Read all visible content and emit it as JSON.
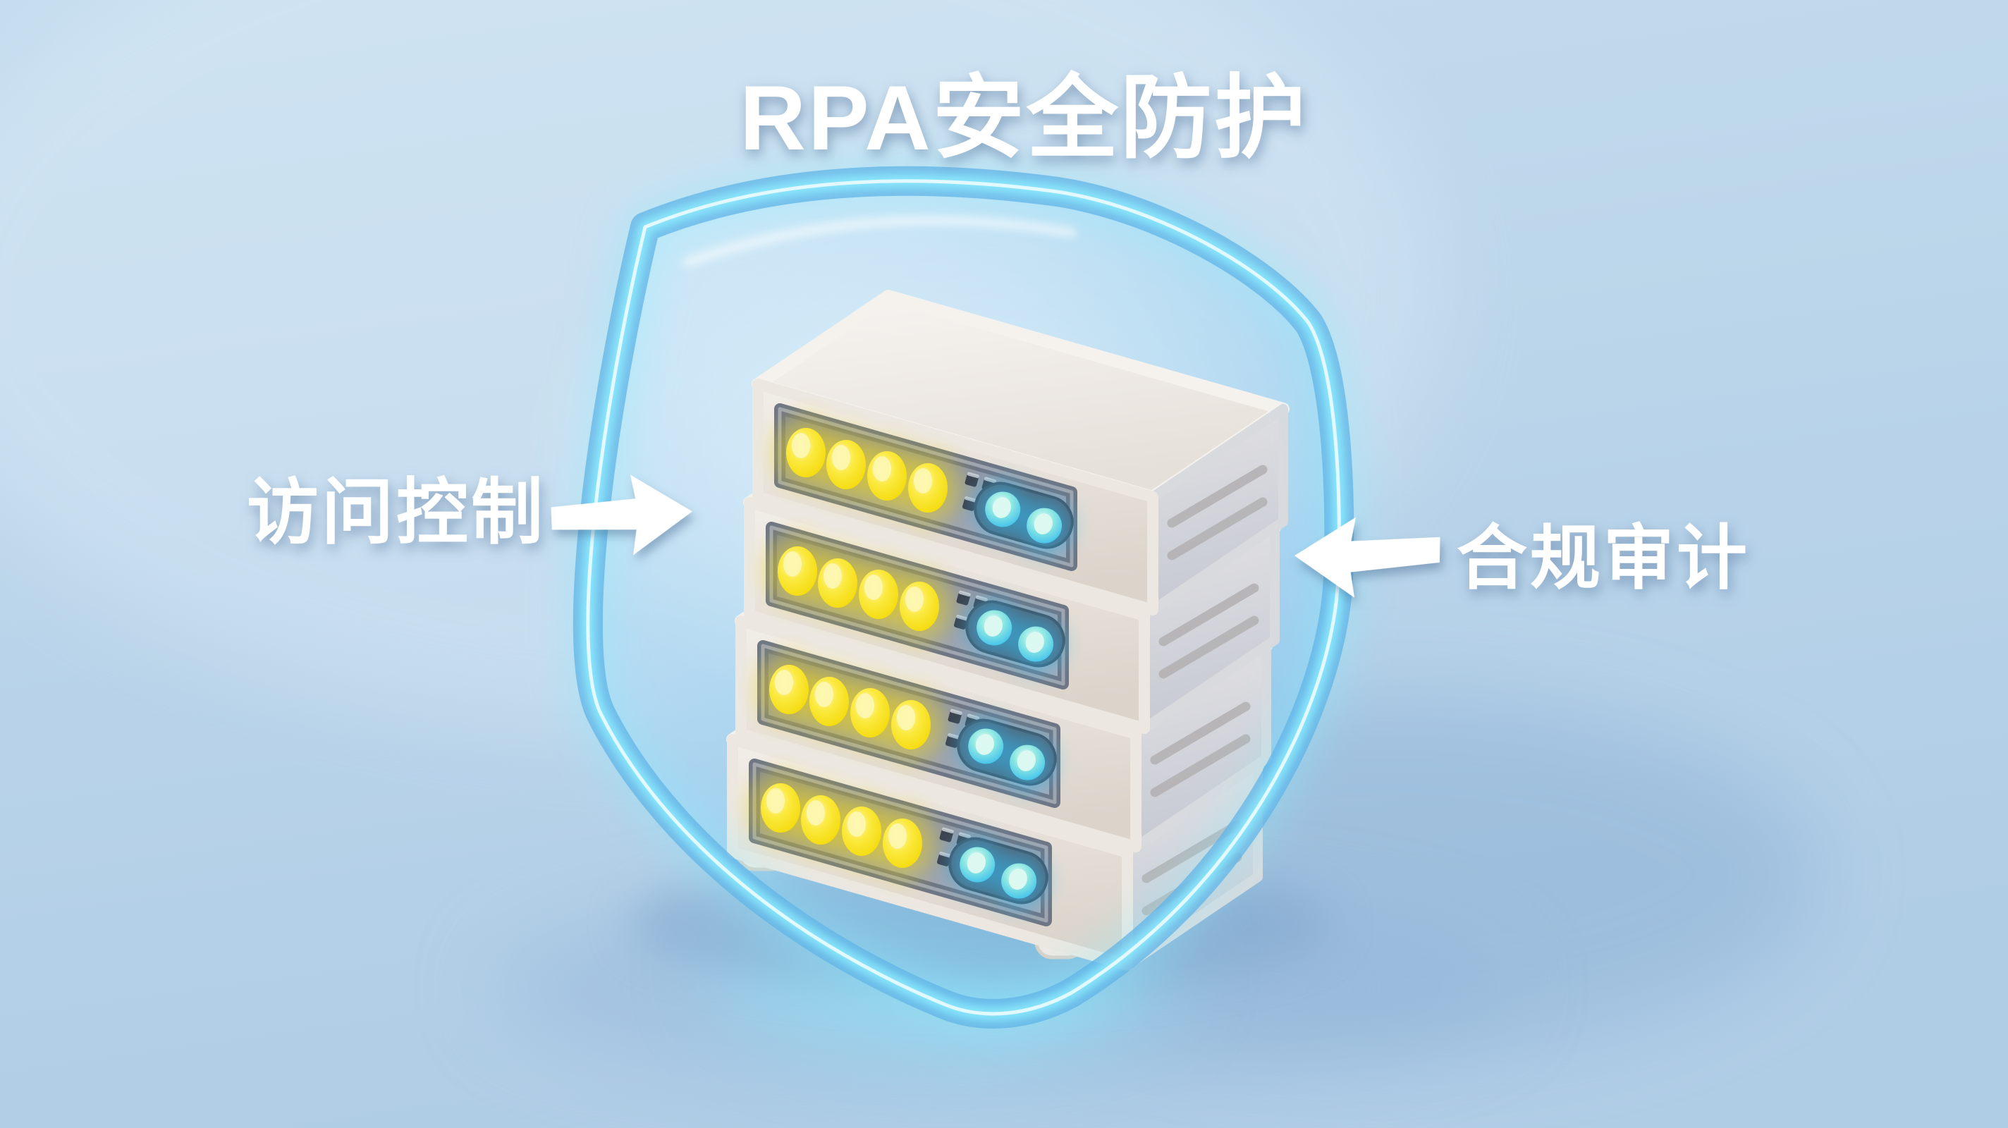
{
  "title": "RPA安全防护",
  "labels": {
    "left": {
      "text": "访问控制",
      "arrow_direction": "right"
    },
    "right": {
      "text": "合规审计",
      "arrow_direction": "left"
    }
  },
  "illustration": {
    "shield": {
      "type": "translucent-glass-shield"
    },
    "server_stack": {
      "units": 4,
      "yellow_leds_per_unit": 4,
      "blue_leds_per_unit": 2,
      "side_vents_per_unit": 2
    }
  },
  "colors": {
    "background_top": "#c4dcee",
    "background_bottom": "#b0cde6",
    "shield_glass": "#a9dcf6",
    "shield_rim": "#5fb2e6",
    "shield_edge_glow": "#8deeff",
    "led_yellow": "#f4d908",
    "led_yellow_core": "#fdf7b0",
    "led_blue": "#2fb9ef",
    "led_blue_core": "#dcf9f1",
    "server_body": "#f1ece6",
    "panel_gray": "#8b92a2",
    "label_text": "#ffffff"
  }
}
